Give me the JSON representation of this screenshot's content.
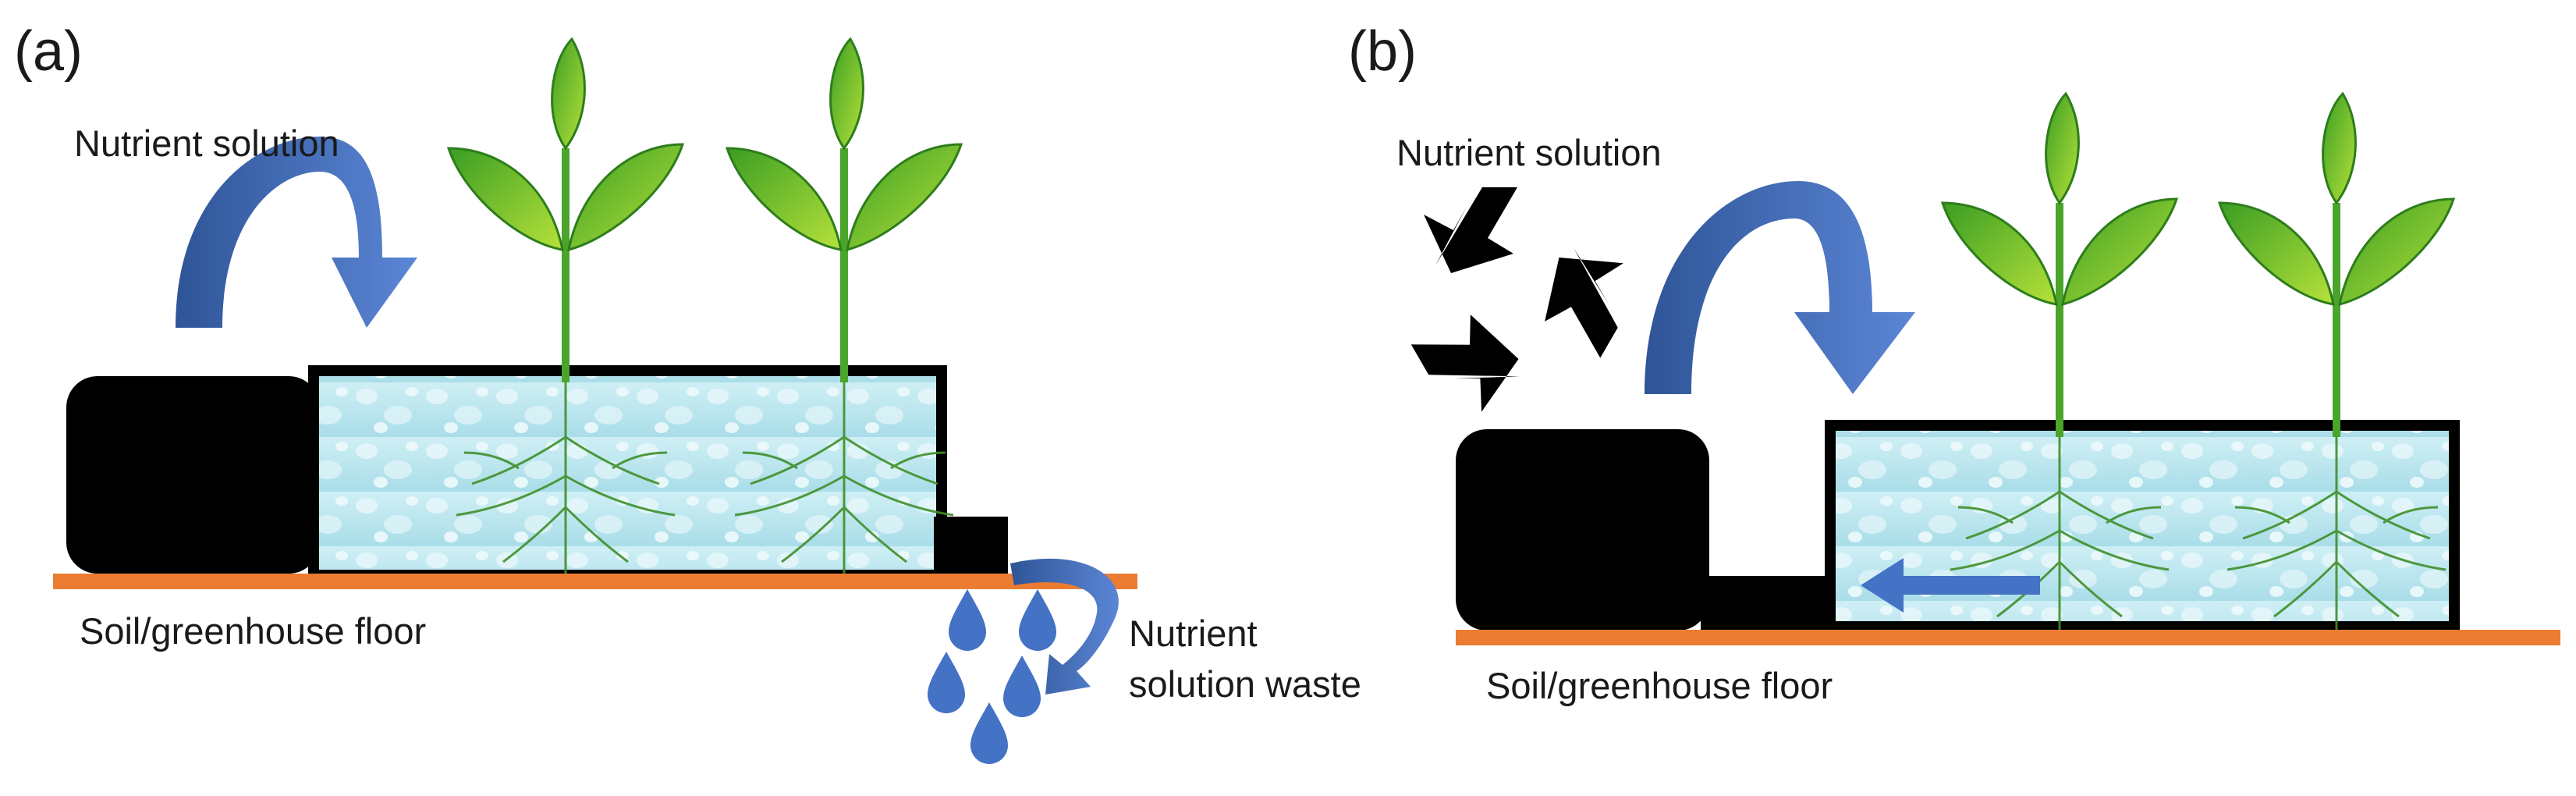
{
  "panel_a": {
    "letter": "(a)",
    "inflow_label": "Nutrient solution",
    "floor_label": "Soil/greenhouse floor",
    "waste_label_line1": "Nutrient",
    "waste_label_line2": "solution waste"
  },
  "panel_b": {
    "letter": "(b)",
    "inflow_label": "Nutrient solution",
    "floor_label": "Soil/greenhouse floor"
  },
  "colors": {
    "floor": "#ec7c31",
    "arrow": "#4472c4",
    "tank": "#000000",
    "water": "#b7e6ee",
    "leaf": "#5fb82c",
    "drop": "#4472c4"
  },
  "icons": [
    "recycle-icon",
    "water-drop-icon",
    "plant-icon",
    "curved-arrow-icon"
  ]
}
